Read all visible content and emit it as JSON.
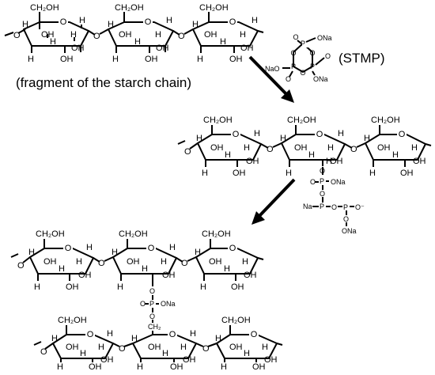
{
  "labels": {
    "fragment": "(fragment of the starch chain)",
    "stmp": "(STMP)",
    "ch2oh": "CH₂OH",
    "ch2": "CH₂",
    "oh": "OH",
    "h": "H",
    "o": "O",
    "p": "P",
    "ona": "ONa",
    "nao": "NaO",
    "na": "Na",
    "o_minus": "O⁻"
  },
  "colors": {
    "ink": "#000000",
    "background": "#ffffff"
  }
}
